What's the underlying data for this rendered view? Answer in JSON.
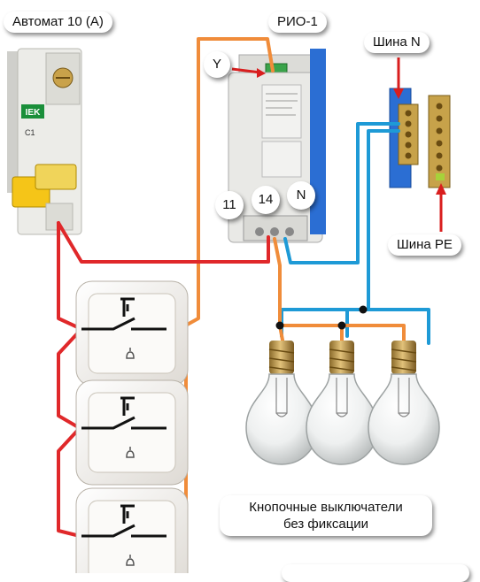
{
  "labels": {
    "breaker": "Автомат 10 (А)",
    "relay": "РИО-1",
    "bus_n": "Шина N",
    "bus_pe": "Шина PE",
    "terminal_y": "Y",
    "terminal_11": "11",
    "terminal_14": "14",
    "terminal_n": "N",
    "switches_line1": "Кнопочные выключатели",
    "switches_line2": "без фиксации"
  },
  "device_text": {
    "breaker_brand": "IEK",
    "breaker_rating": "C1"
  },
  "colors": {
    "phase_wire": "#e0282a",
    "control_wire": "#f08c3a",
    "neutral_wire": "#1e9ad6",
    "switch_contact": "#111111",
    "callout_arrow": "#d91e1e",
    "breaker_handle": "#f5c518",
    "breaker_body": "#ecece8",
    "relay_body": "#e9e9e6",
    "relay_clip": "#2b6ed3",
    "terminal_green": "#3aa34a"
  }
}
